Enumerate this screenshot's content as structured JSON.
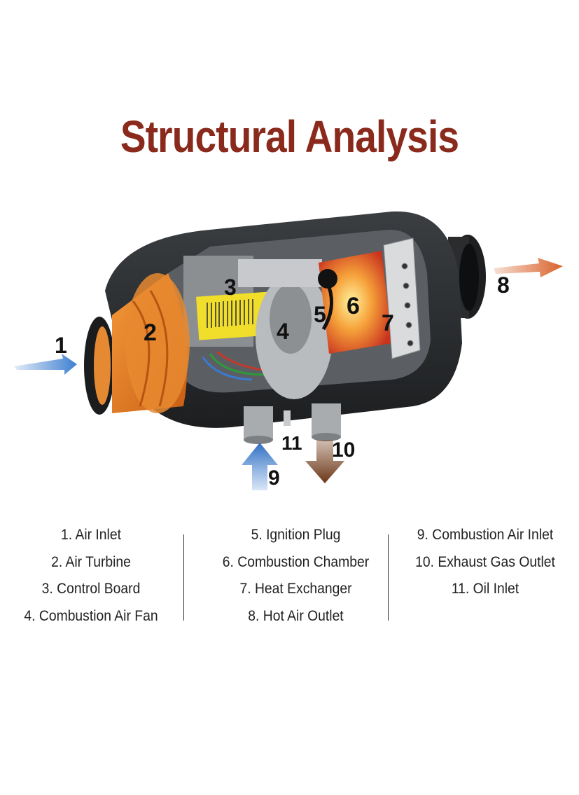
{
  "title": "Structural Analysis",
  "callouts": [
    "1",
    "2",
    "3",
    "4",
    "5",
    "6",
    "7",
    "8",
    "9",
    "10",
    "11"
  ],
  "legend": {
    "col1": [
      "1. Air Inlet",
      "2. Air Turbine",
      "3. Control Board",
      "4. Combustion Air Fan"
    ],
    "col2": [
      "5. Ignition Plug",
      "6. Combustion Chamber",
      "7. Heat Exchanger",
      "8. Hot Air Outlet"
    ],
    "col3": [
      "9. Combustion Air Inlet",
      "10. Exhaust Gas Outlet",
      "11. Oil Inlet"
    ]
  },
  "colors": {
    "title": "#8a2a1c",
    "cold_air": "#3f7fd0",
    "hot_air": "#d9622a",
    "exhaust": "#7a4422",
    "turbine": "#e07a22",
    "housing": "#2a2c2e",
    "board": "#f0de2a"
  }
}
